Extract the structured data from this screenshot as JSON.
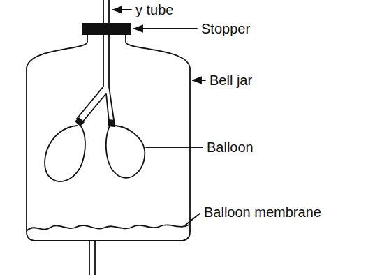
{
  "diagram": {
    "labels": [
      "y tube",
      "Stopper",
      "Bell jar",
      "Balloon",
      "Balloon membrane"
    ]
  }
}
